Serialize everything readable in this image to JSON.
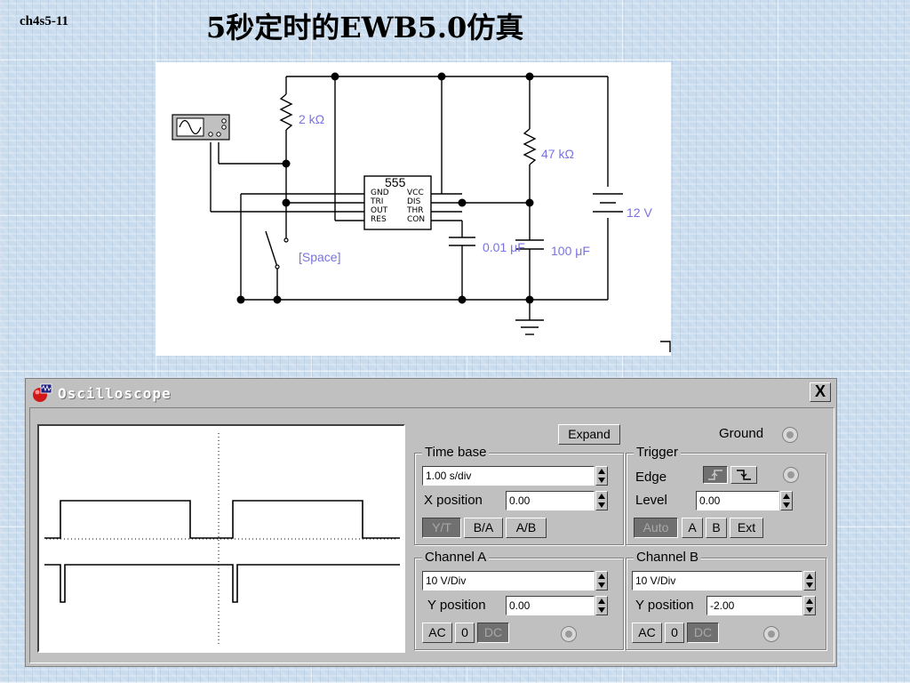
{
  "slide": {
    "id_label": "ch4s5-11",
    "title": "5秒定时的EWB5.0仿真"
  },
  "circuit": {
    "resistor_top": "2 kΩ",
    "resistor_right": "47 kΩ",
    "supply": "12 V",
    "cap_small": "0.01 μF",
    "cap_large": "100 μF",
    "switch_key": "[Space]",
    "chip_name": "555",
    "chip_pins_left": [
      "GND",
      "TRI",
      "OUT",
      "RES"
    ],
    "chip_pins_right": [
      "VCC",
      "DIS",
      "THR",
      "CON"
    ]
  },
  "oscilloscope": {
    "title": "Oscilloscope",
    "close_label": "X",
    "expand_label": "Expand",
    "ground_label": "Ground",
    "time_base": {
      "title": "Time base",
      "scale": "1.00 s/div",
      "x_position_label": "X position",
      "x_position": "0.00",
      "modes": [
        "Y/T",
        "B/A",
        "A/B"
      ]
    },
    "trigger": {
      "title": "Trigger",
      "edge_label": "Edge",
      "level_label": "Level",
      "level": "0.00",
      "sources": [
        "Auto",
        "A",
        "B",
        "Ext"
      ]
    },
    "channel_a": {
      "title": "Channel A",
      "scale": "10 V/Div",
      "y_position_label": "Y position",
      "y_position": "0.00",
      "coupling": [
        "AC",
        "0",
        "DC"
      ]
    },
    "channel_b": {
      "title": "Channel B",
      "scale": "10 V/Div",
      "y_position_label": "Y position",
      "y_position": "-2.00",
      "coupling": [
        "AC",
        "0",
        "DC"
      ]
    }
  }
}
